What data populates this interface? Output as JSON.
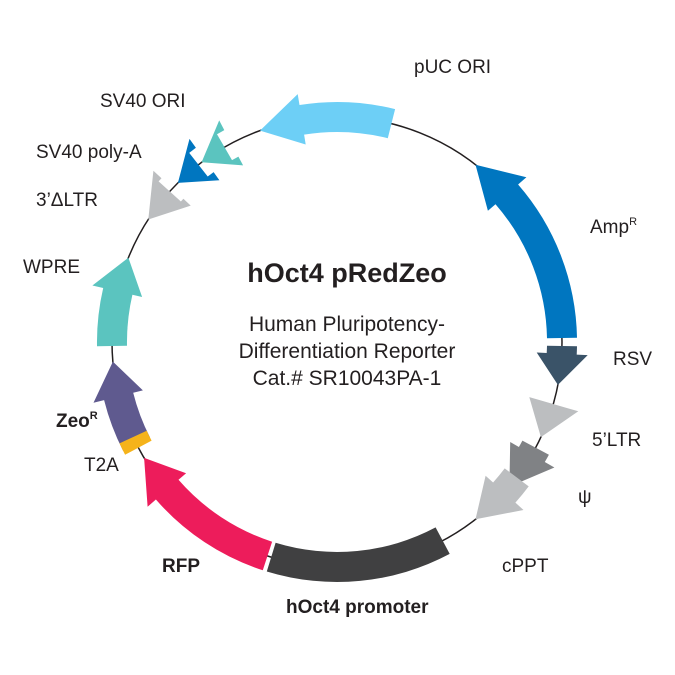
{
  "plasmid": {
    "name": "hOct4 pRedZeo",
    "description_line1": "Human Pluripotency-",
    "description_line2": "Differentiation Reporter",
    "catalog": "Cat.# SR10043PA-1"
  },
  "features": {
    "puc_ori": {
      "label": "pUC ORI",
      "color": "#6dcff6"
    },
    "ampr": {
      "label": "Amp",
      "superscript": "R",
      "color": "#0076c0"
    },
    "rsv": {
      "label": "RSV",
      "color": "#3a5368"
    },
    "ltr5": {
      "label": "5’LTR",
      "color": "#bcbec0"
    },
    "psi": {
      "label": "ψ",
      "color": "#808285"
    },
    "cppt": {
      "label": "cPPT",
      "color": "#bcbec0"
    },
    "promoter": {
      "label": "hOct4 promoter",
      "color": "#404041"
    },
    "rfp": {
      "label": "RFP",
      "color": "#ed1c5b"
    },
    "t2a": {
      "label": "T2A",
      "color": "#f5b31b"
    },
    "zeor": {
      "label": "Zeo",
      "superscript": "R",
      "color": "#5f5a8f"
    },
    "wpre": {
      "label": "WPRE",
      "color": "#5bc4bf"
    },
    "ltr3": {
      "label": "3’ΔLTR",
      "color": "#bcbec0"
    },
    "sv40_polya": {
      "label": "SV40 poly-A",
      "color": "#0076c0"
    },
    "sv40_ori": {
      "label": "SV40 ORI",
      "color": "#5bc4bf"
    }
  }
}
